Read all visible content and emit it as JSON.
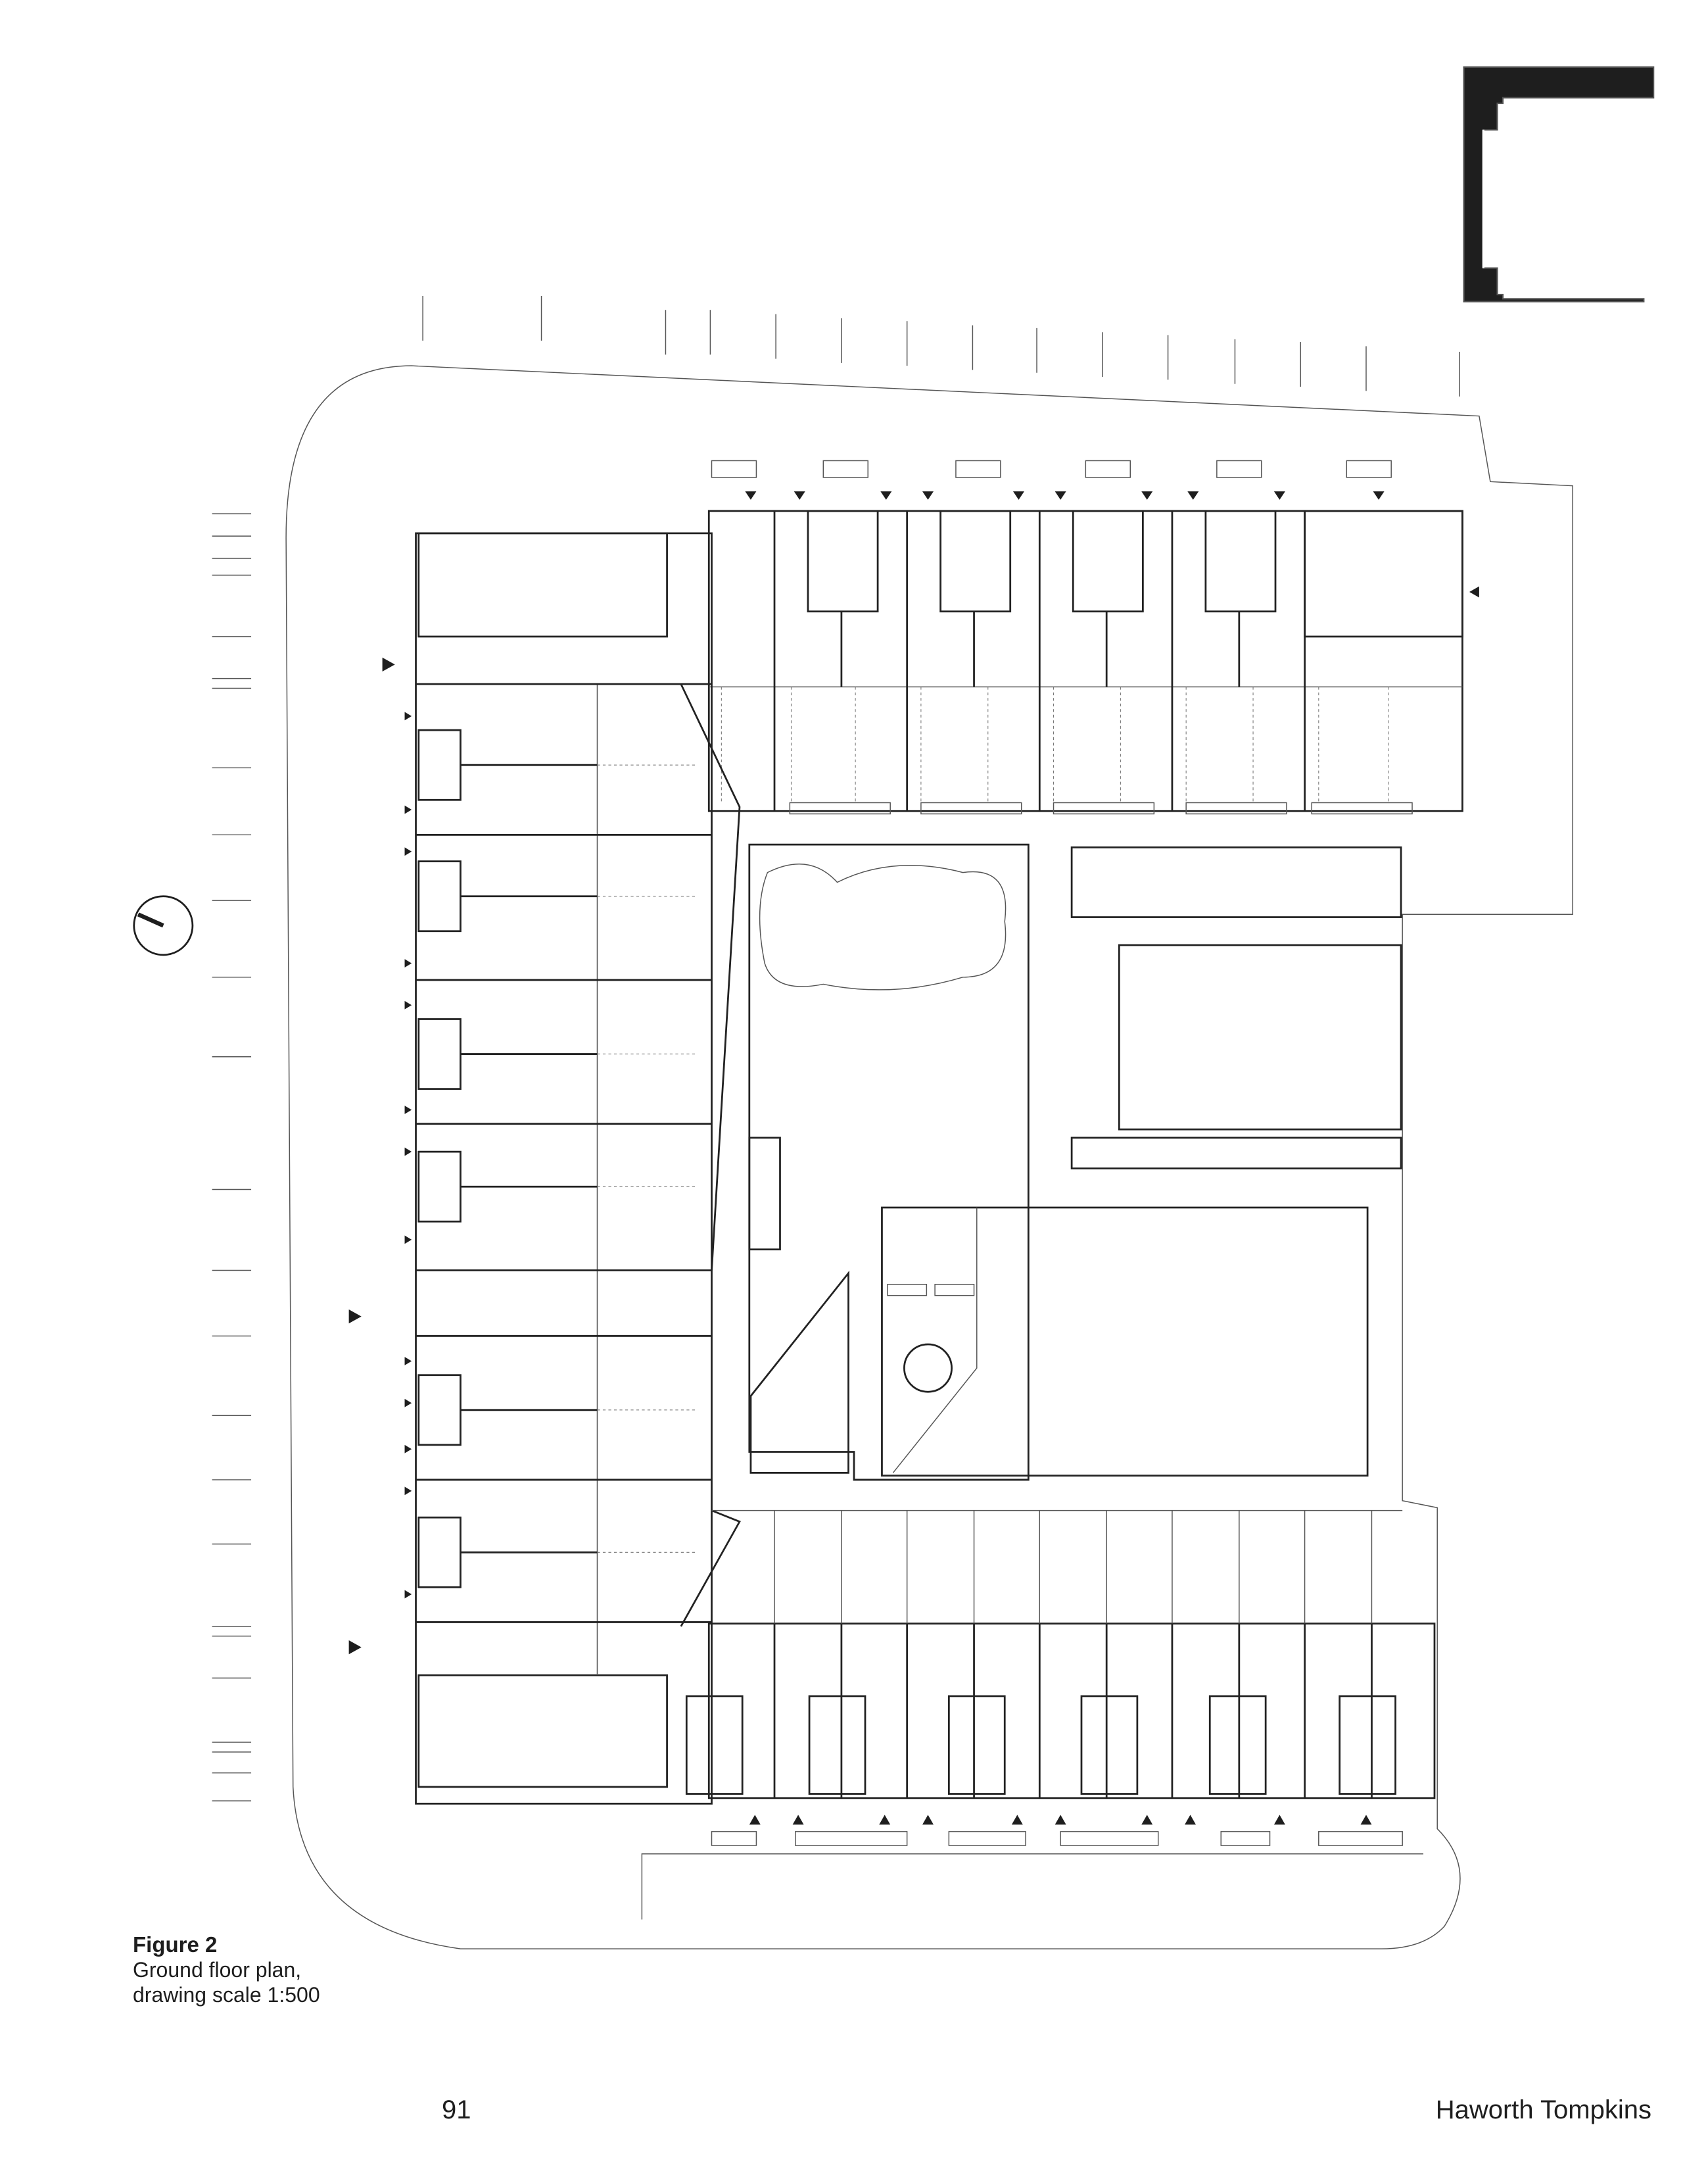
{
  "figure": {
    "label": "Figure 2",
    "description_line1": "Ground floor plan,",
    "description_line2": "drawing scale 1:500"
  },
  "footer": {
    "page_number": "91",
    "author": "Haworth Tompkins"
  },
  "icons": {
    "key_plan": "key-plan-c-shape-icon",
    "north": "north-arrow-icon"
  }
}
